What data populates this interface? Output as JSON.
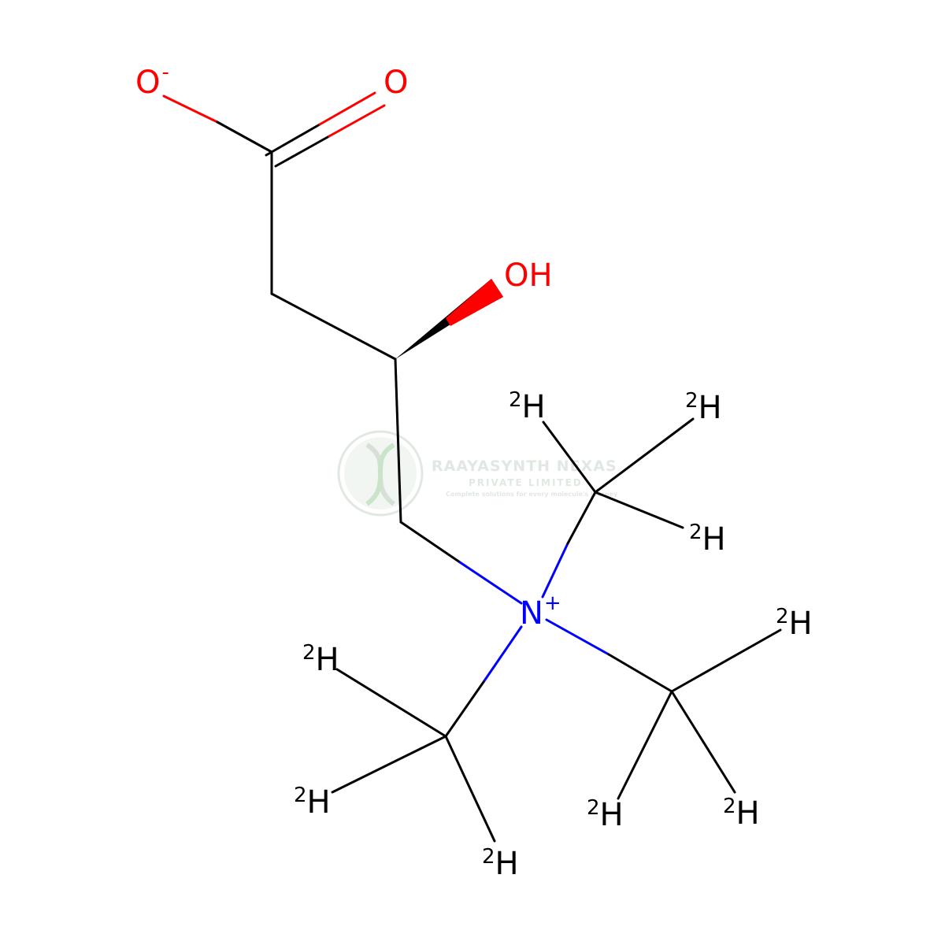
{
  "colors": {
    "bond": "#000000",
    "oxygen": "#ff0000",
    "nitrogen": "#0000ff",
    "hydrogen": "#000000",
    "watermark": "#c9d6c9"
  },
  "atoms": {
    "o_minus": {
      "symbol": "O",
      "charge": "-"
    },
    "o_carbonyl": {
      "symbol": "O"
    },
    "hydroxyl": {
      "symbol": "OH"
    },
    "n_plus": {
      "symbol": "N",
      "charge": "+"
    },
    "deuterium": {
      "isotope": "2",
      "symbol": "H"
    }
  },
  "watermark": {
    "company": "RAAYASYNTH NEXAS",
    "subtitle": "PRIVATE LIMITED",
    "tagline": "Complete solutions for every molecule's journey",
    "icon": "dna-helix-logo-icon"
  }
}
